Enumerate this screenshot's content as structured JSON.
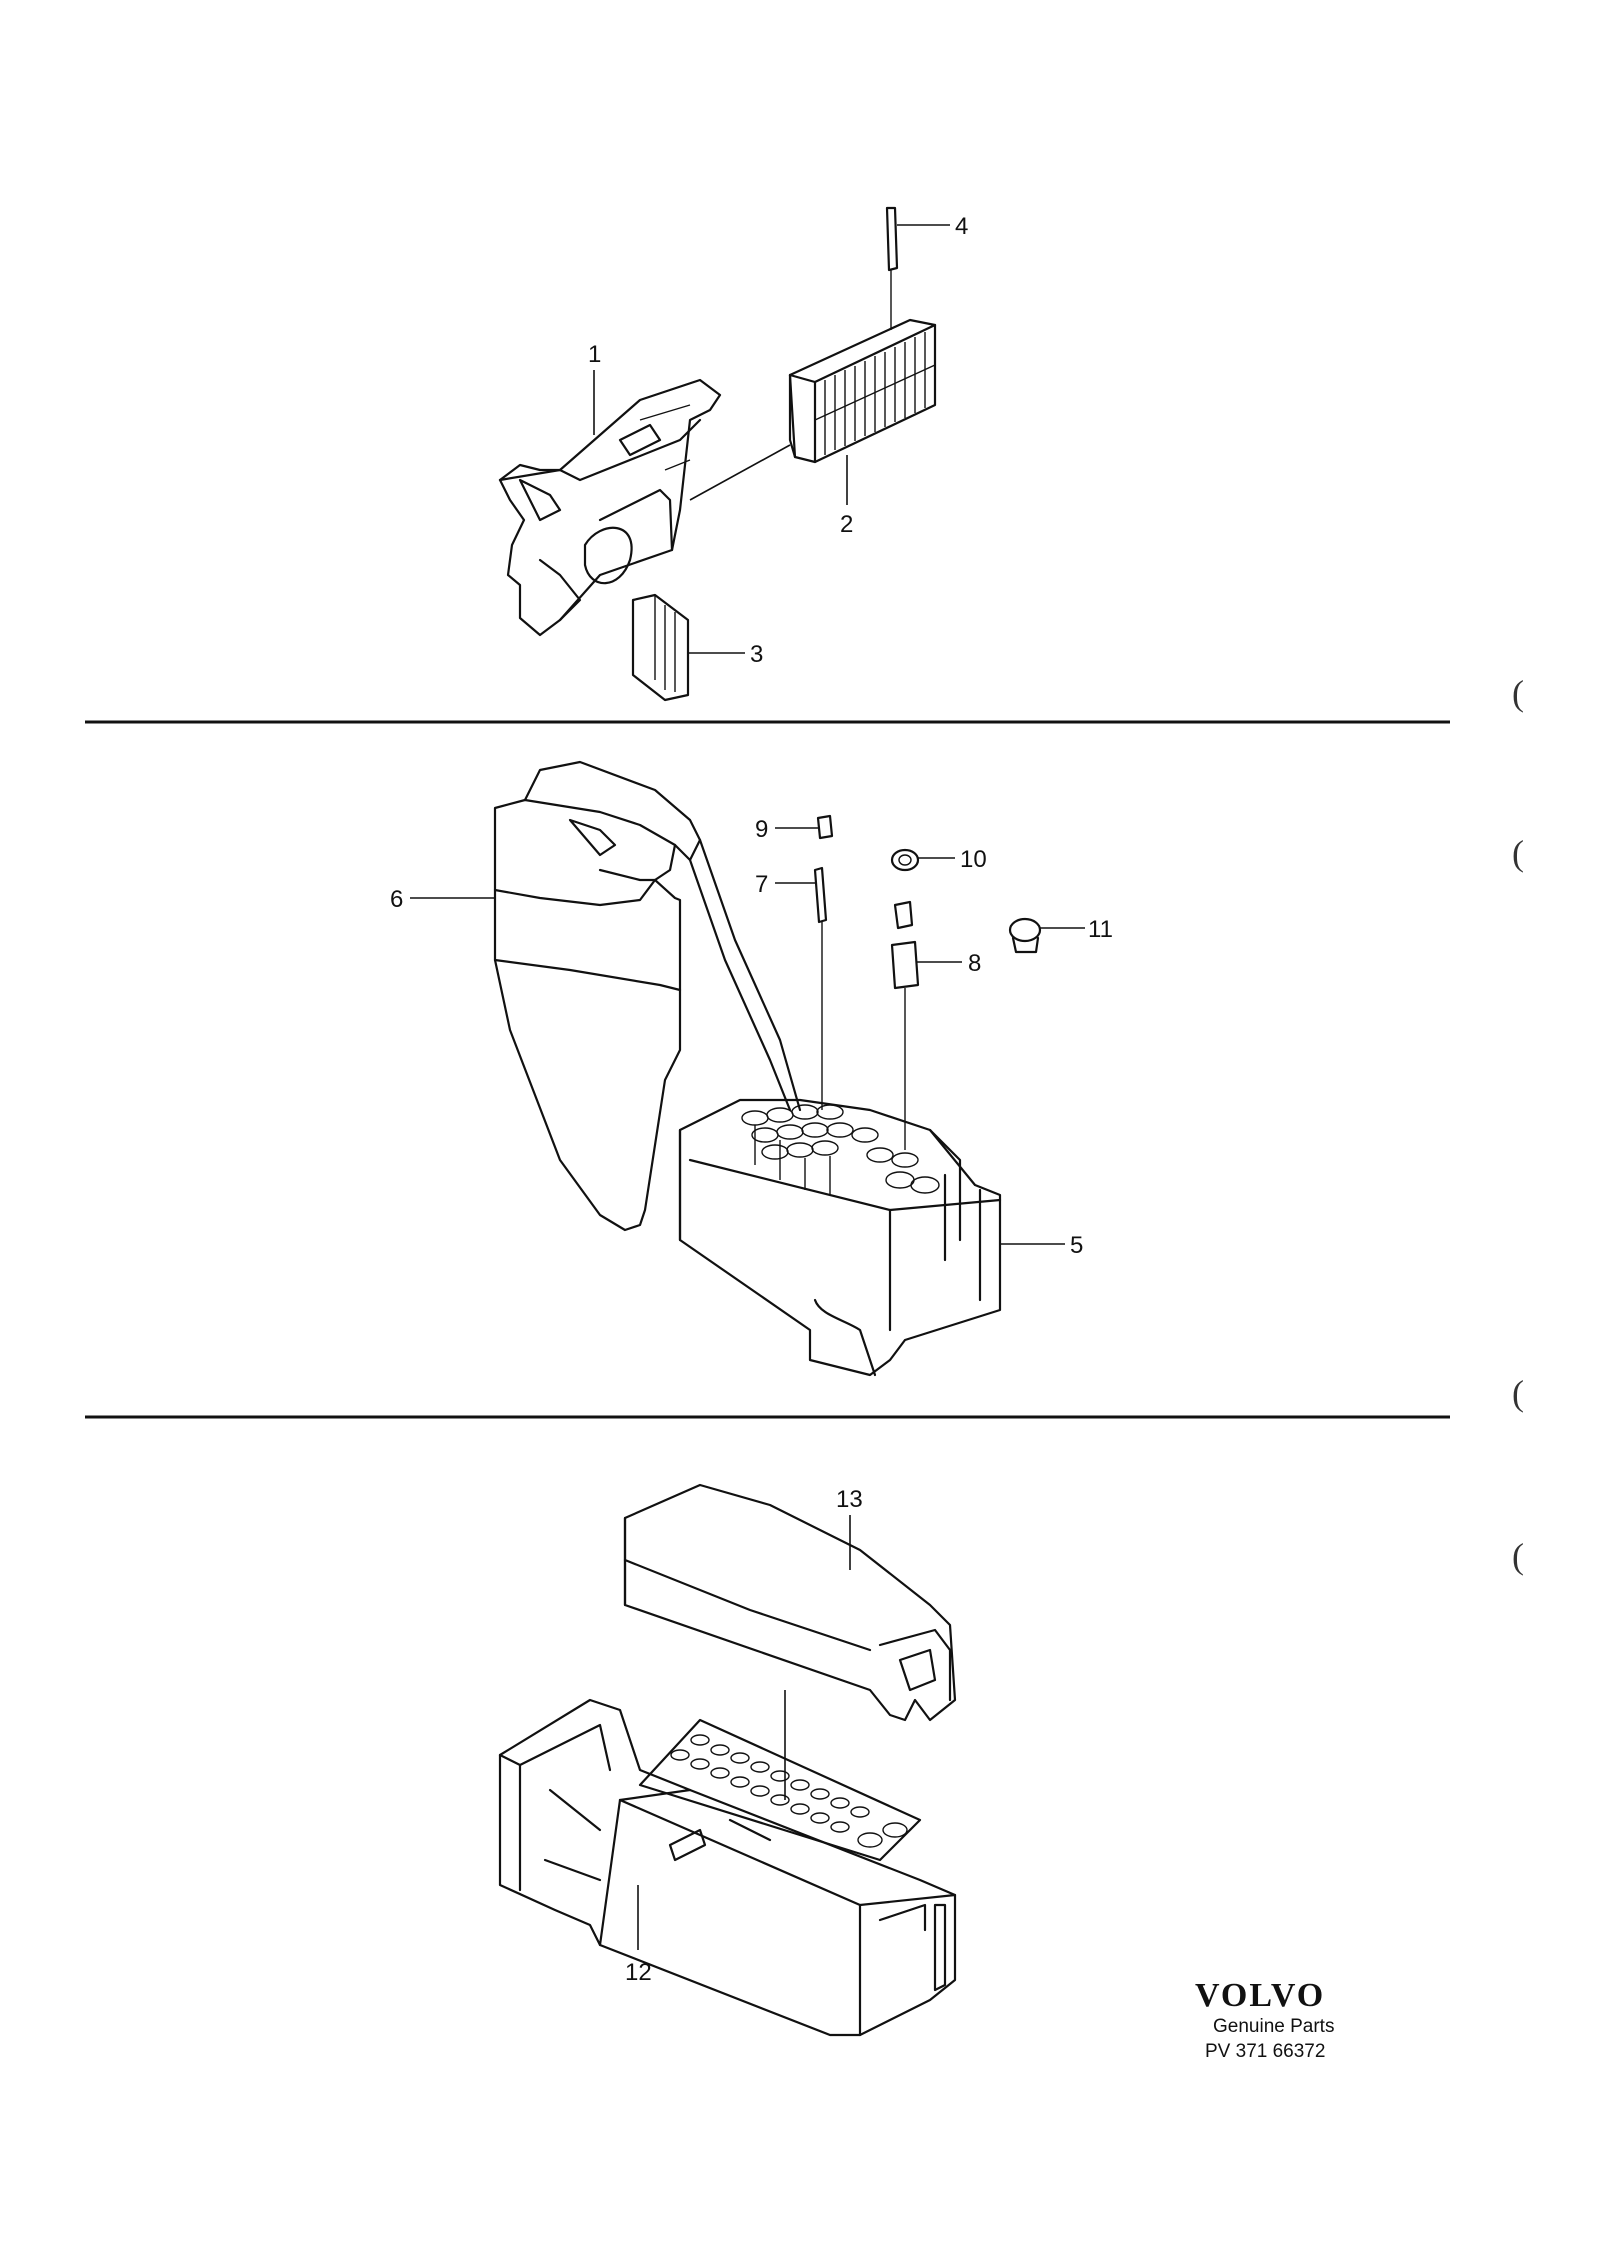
{
  "callouts": {
    "c1": "1",
    "c2": "2",
    "c3": "3",
    "c4": "4",
    "c5": "5",
    "c6": "6",
    "c7": "7",
    "c8": "8",
    "c9": "9",
    "c10": "10",
    "c11": "11",
    "c12": "12",
    "c13": "13"
  },
  "footer": {
    "brand": "VOLVO",
    "line1": "Genuine Parts",
    "line2": "PV 371 66372"
  },
  "margin_marks": [
    "(",
    "(",
    "(",
    "("
  ]
}
